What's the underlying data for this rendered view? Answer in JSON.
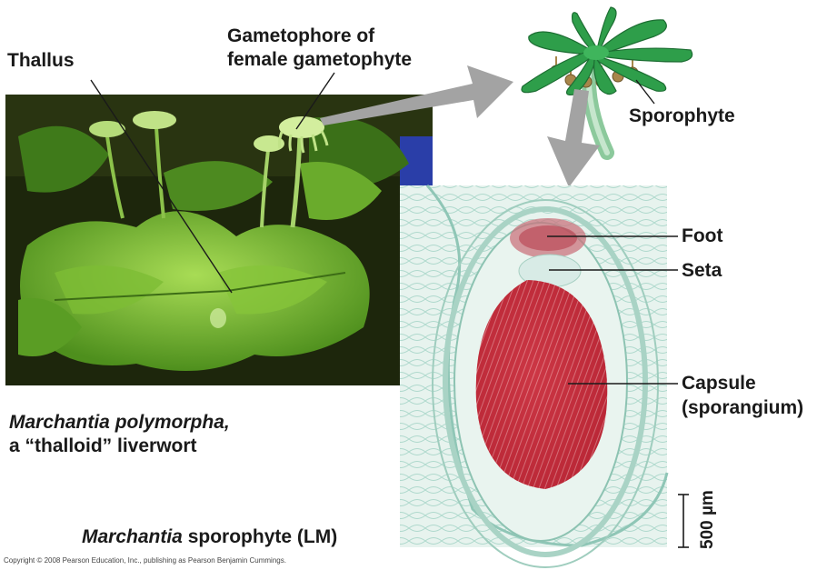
{
  "labels": {
    "thallus": "Thallus",
    "gametophore_line1": "Gametophore of",
    "gametophore_line2": "female gametophyte",
    "sporophyte": "Sporophyte",
    "foot": "Foot",
    "seta": "Seta",
    "capsule_line1": "Capsule",
    "capsule_line2": "(sporangium)"
  },
  "captions": {
    "species_italic": "Marchantia polymorpha,",
    "species_plain": "a “thalloid” liverwort",
    "sporophyte_italic": "Marchantia",
    "sporophyte_plain": " sporophyte (LM)"
  },
  "scale_bar": "500 µm",
  "copyright": "Copyright © 2008 Pearson Education, Inc., publishing as Pearson Benjamin Cummings.",
  "colors": {
    "photo_dark": "#1e2a0d",
    "leaf_green": "#5fa526",
    "leaf_light": "#9fd44a",
    "arrow_gray": "#a3a3a3",
    "micro_bg": "#dff0ea",
    "capsule_red": "#c9303f",
    "cartoon_green": "#2e9e4a",
    "sporangium_brown": "#a8864a"
  }
}
